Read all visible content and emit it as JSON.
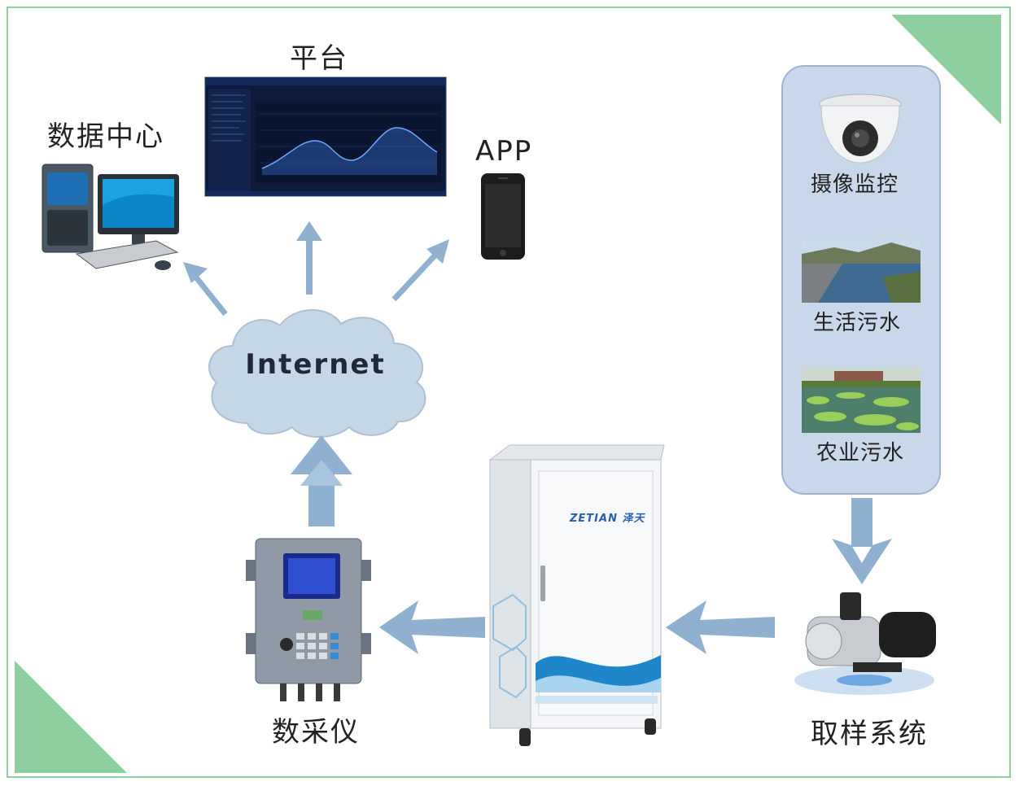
{
  "nodes": {
    "platform": "平台",
    "data_center": "数据中心",
    "app": "APP",
    "internet": "Internet",
    "data_logger": "数采仪",
    "sampling_system": "取样系统",
    "camera": "摄像监控",
    "domestic_sewage": "生活污水",
    "agricultural_sewage": "农业污水"
  },
  "cabinet_brand": "ZETIAN 泽天",
  "colors": {
    "border": "#8fcf9f",
    "corner": "#8fcf9f",
    "arrow": "#8fb0cf",
    "cloud": "#c5d6e6",
    "panel": "#c9d7ea"
  }
}
